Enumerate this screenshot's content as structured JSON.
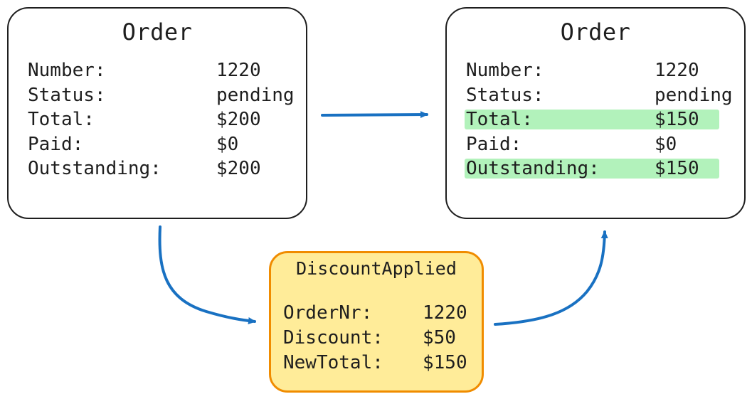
{
  "order_before": {
    "title": "Order",
    "rows": [
      {
        "label": "Number:",
        "value": "1220"
      },
      {
        "label": "Status:",
        "value": "pending"
      },
      {
        "label": "Total:",
        "value": "$200"
      },
      {
        "label": "Paid:",
        "value": "$0"
      },
      {
        "label": "Outstanding:",
        "value": "$200"
      }
    ]
  },
  "event": {
    "title": "DiscountApplied",
    "rows": [
      {
        "label": "OrderNr:",
        "value": "1220"
      },
      {
        "label": "Discount:",
        "value": "$50"
      },
      {
        "label": "NewTotal:",
        "value": "$150"
      }
    ]
  },
  "order_after": {
    "title": "Order",
    "rows": [
      {
        "label": "Number:",
        "value": "1220"
      },
      {
        "label": "Status:",
        "value": "pending"
      },
      {
        "label": "Total:",
        "value": "$150"
      },
      {
        "label": "Paid:",
        "value": "$0"
      },
      {
        "label": "Outstanding:",
        "value": "$150"
      }
    ]
  },
  "colors": {
    "arrow": "#1971c2",
    "event_fill": "#ffec99",
    "event_border": "#f08c00",
    "highlight": "#b2f2bb"
  }
}
